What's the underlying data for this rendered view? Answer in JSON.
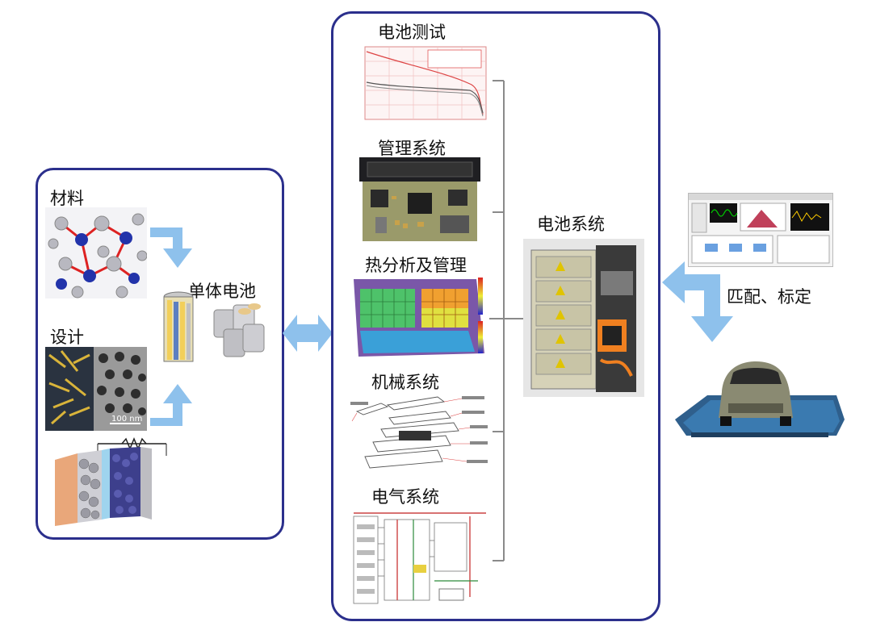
{
  "left_panel": {
    "materials_label": "材料",
    "design_label": "设计",
    "cell_label": "单体电池",
    "scale_bar_label": "100 nm"
  },
  "center_panel": {
    "sections": [
      {
        "label": "电池测试"
      },
      {
        "label": "管理系统"
      },
      {
        "label": "热分析及管理"
      },
      {
        "label": "机械系统"
      },
      {
        "label": "电气系统"
      }
    ],
    "battery_system_label": "电池系统"
  },
  "right_panel": {
    "match_calibrate_label": "匹配、标定"
  },
  "colors": {
    "panel_border": "#2b2f8c",
    "arrow_light_blue": "#8ec1ec",
    "connector_gray": "#8a8a8a"
  }
}
